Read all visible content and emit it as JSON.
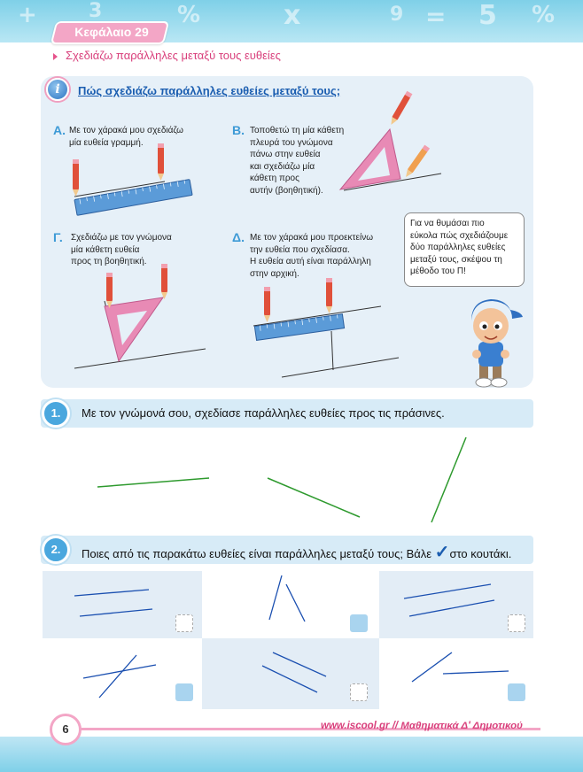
{
  "header": {
    "chapter": "Κεφάλαιο 29",
    "subtitle": "Σχεδιάζω παράλληλες μεταξύ τους ευθείες"
  },
  "instructions": {
    "title": "Πώς σχεδιάζω παράλληλες ευθείες μεταξύ τους;",
    "steps": [
      {
        "letter": "Α.",
        "text": "Με τον χάρακά μου σχεδιάζω\nμία ευθεία γραμμή."
      },
      {
        "letter": "Β.",
        "text": "Τοποθετώ  τη μία κάθετη\nπλευρά του γνώμονα\nπάνω στην ευθεία\nκαι σχεδιάζω μία\nκάθετη προς\nαυτήν (βοηθητική)."
      },
      {
        "letter": "Γ.",
        "text": "Σχεδιάζω με τον γνώμονα\nμία κάθετη ευθεία\nπρος τη βοηθητική."
      },
      {
        "letter": "Δ.",
        "text": "Με τον χάρακά μου προεκτείνω\nτην ευθεία που σχεδίασα.\nΗ ευθεία αυτή είναι παράλληλη\nστην αρχική."
      }
    ],
    "bubble": "Για να θυμάσαι πιο\nεύκολα πώς σχεδιάζουμε\nδύο παράλληλες ευθείες\nμεταξύ τους, σκέψου τη\nμέθοδο του Π!"
  },
  "exercise1": {
    "number": "1.",
    "text": "Με τον γνώμονά σου, σχεδίασε παράλληλες ευθείες προς τις πράσινες."
  },
  "exercise2": {
    "number": "2.",
    "text_before": "Ποιες από τις παρακάτω ευθείες είναι παράλληλες μεταξύ τους; Βάλε",
    "check": "✓",
    "text_after": "στο κουτάκι."
  },
  "footer": {
    "page_number": "6",
    "site": "www.iscool.gr // Μαθηματικά Δ' Δημοτικού"
  },
  "colors": {
    "accent_pink": "#d9407c",
    "accent_blue": "#1a5db0",
    "line_green": "#2e9a2e"
  }
}
